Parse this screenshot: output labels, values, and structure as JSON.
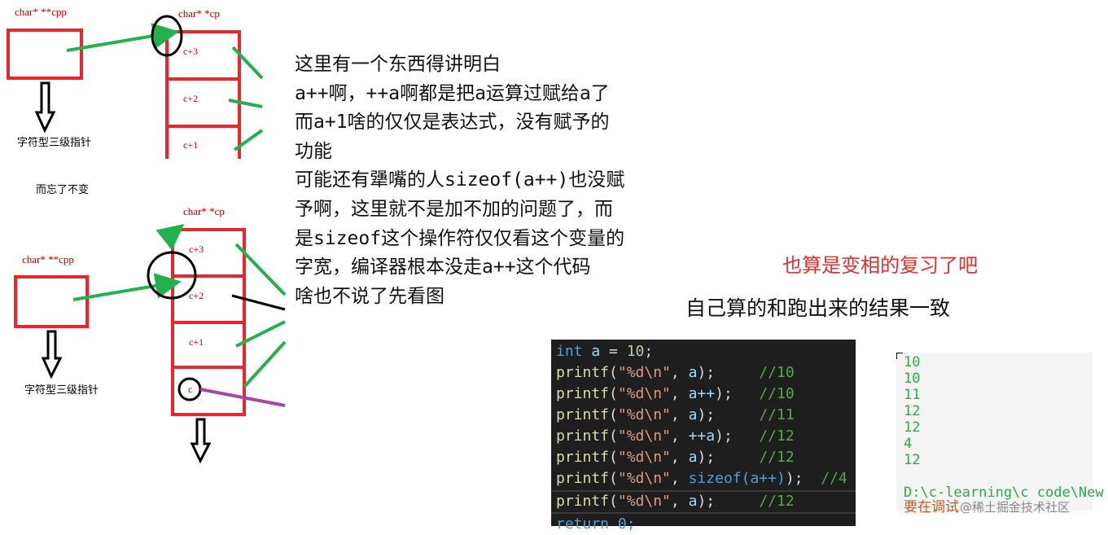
{
  "diagram_top": {
    "cpp_label": "char* **cpp",
    "cp_label": "char* *cp",
    "cells": [
      "c+3",
      "c+2",
      "c+1"
    ],
    "caption": "字符型三级指针",
    "note": "而忘了不变"
  },
  "diagram_bottom": {
    "cpp_label": "char* **cpp",
    "cp_label": "char* *cp",
    "cells": [
      "c+3",
      "c+2",
      "c+1",
      "c"
    ],
    "caption": "字符型三级指针"
  },
  "explanation": {
    "lines": [
      "这里有一个东西得讲明白",
      "a++啊，++a啊都是把a运算过赋给a了",
      "而a+1啥的仅仅是表达式，没有赋予的",
      "功能",
      "可能还有犟嘴的人sizeof(a++)也没赋",
      "予啊，这里就不是加不加的问题了，而",
      "是sizeof这个操作符仅仅看这个变量的",
      "字宽，编译器根本没走a++这个代码",
      "啥也不说了先看图"
    ]
  },
  "review_note": "也算是变相的复习了吧",
  "result_note": "自己算的和跑出来的结果一致",
  "code": {
    "line0": {
      "kw": "int",
      "var": "a",
      "op": " = ",
      "num": "10",
      "end": ";"
    },
    "printf_lines": [
      {
        "fn": "printf",
        "fmt": "\"%d\\n\"",
        "arg": "a",
        "close": ");",
        "pad": "     ",
        "comment": "//10"
      },
      {
        "fn": "printf",
        "fmt": "\"%d\\n\"",
        "arg": "a++",
        "close": ");",
        "pad": "   ",
        "comment": "//10"
      },
      {
        "fn": "printf",
        "fmt": "\"%d\\n\"",
        "arg": "a",
        "close": ");",
        "pad": "     ",
        "comment": "//11"
      },
      {
        "fn": "printf",
        "fmt": "\"%d\\n\"",
        "arg": "++a",
        "close": ");",
        "pad": "   ",
        "comment": "//12"
      },
      {
        "fn": "printf",
        "fmt": "\"%d\\n\"",
        "arg": "a",
        "close": ");",
        "pad": "     ",
        "comment": "//12"
      },
      {
        "fn": "printf",
        "fmt": "\"%d\\n\"",
        "arg": "sizeof(a++)",
        "close": ");",
        "pad": "  ",
        "comment": "//4"
      },
      {
        "fn": "printf",
        "fmt": "\"%d\\n\"",
        "arg": "a",
        "close": ");",
        "pad": "     ",
        "comment": "//12"
      }
    ],
    "last_line": "return 0;"
  },
  "output": {
    "lines": [
      "10",
      "10",
      "11",
      "12",
      "12",
      "4",
      "12"
    ],
    "path": "D:\\c-learning\\c code\\New",
    "footer": "要在调试",
    "watermark": "@稀土掘金技术社区"
  },
  "colors": {
    "box_red": "#e8262b",
    "arrow_green": "#22b14c",
    "arrow_purple": "#a349a4",
    "review_red": "#e03030",
    "output_green": "#2ca94b"
  }
}
